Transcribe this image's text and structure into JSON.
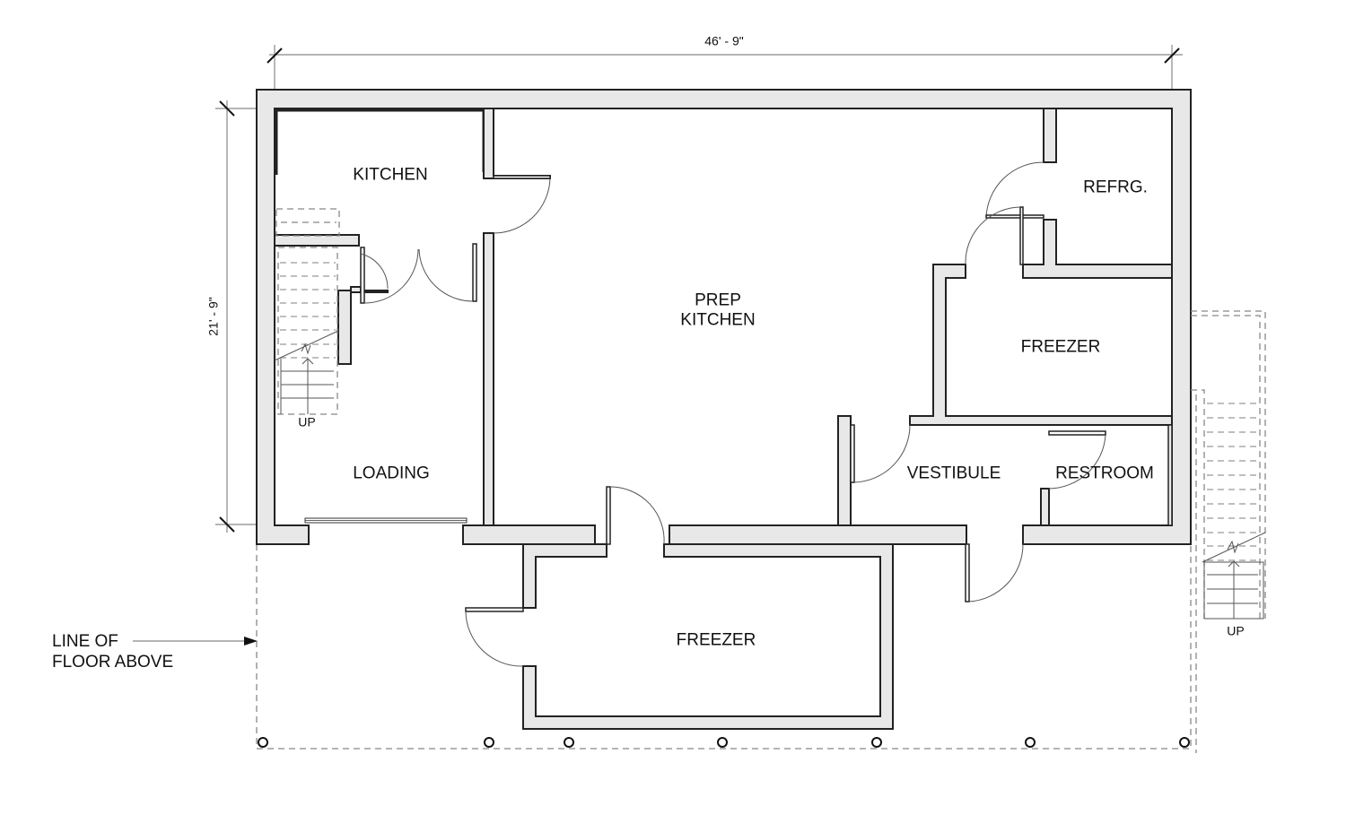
{
  "dimensions": {
    "width_label": "46' - 9\"",
    "height_label": "21' - 9\""
  },
  "rooms": [
    {
      "id": "kitchen",
      "label": "KITCHEN"
    },
    {
      "id": "loading",
      "label": "LOADING"
    },
    {
      "id": "prep_kitchen",
      "label": "PREP\nKITCHEN",
      "line1": "PREP",
      "line2": "KITCHEN"
    },
    {
      "id": "refrigerator",
      "label": "REFRG."
    },
    {
      "id": "freezer_upper",
      "label": "FREEZER"
    },
    {
      "id": "vestibule",
      "label": "VESTIBULE"
    },
    {
      "id": "restroom",
      "label": "RESTROOM"
    },
    {
      "id": "freezer_lower",
      "label": "FREEZER"
    }
  ],
  "stairs": [
    {
      "id": "stair_left",
      "direction_label": "UP"
    },
    {
      "id": "stair_right",
      "direction_label": "UP"
    }
  ],
  "annotations": {
    "floor_above_line1": "LINE OF",
    "floor_above_line2": "FLOOR ABOVE"
  },
  "columns_count": 7,
  "colors": {
    "wall_fill": "#e8e8e8",
    "wall_stroke": "#222222",
    "background": "#ffffff"
  }
}
